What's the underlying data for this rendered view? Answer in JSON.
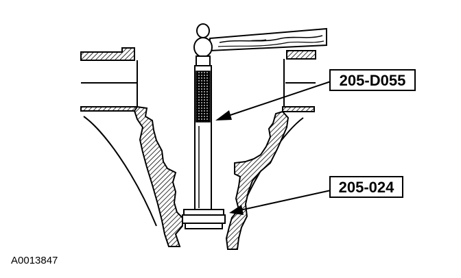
{
  "callouts": {
    "tool_top": "205-D055",
    "tool_bottom": "205-024"
  },
  "figure_id": "A0013847"
}
